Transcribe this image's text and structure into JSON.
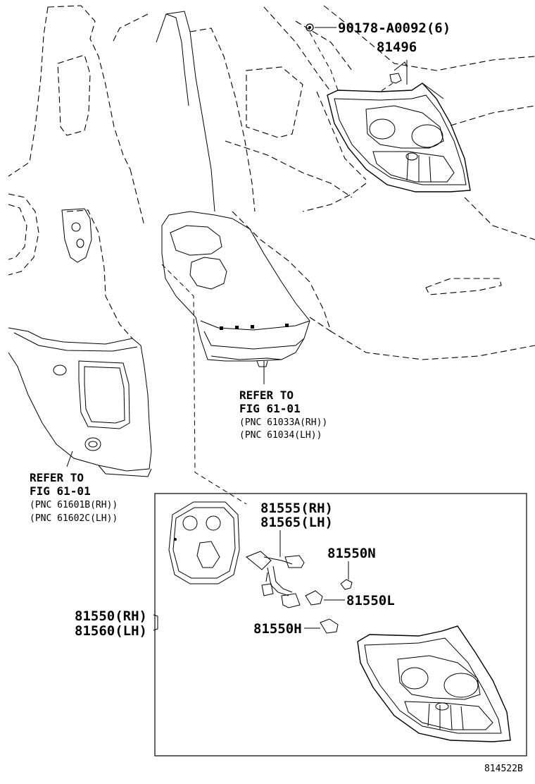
{
  "labels": {
    "clip": "90178-A0092(6)",
    "retainer": "81496",
    "ref_left_1": "REFER TO",
    "ref_left_2": "FIG 61-01",
    "ref_left_3": "(PNC 61601B(RH))",
    "ref_left_4": "(PNC 61602C(LH))",
    "ref_center_1": "REFER TO",
    "ref_center_2": "FIG 61-01",
    "ref_center_3": "(PNC 61033A(RH))",
    "ref_center_4": "(PNC 61034(LH))",
    "socket_rh": "81555(RH)",
    "socket_lh": "81565(LH)",
    "bulb_n": "81550N",
    "bulb_l": "81550L",
    "bulb_h": "81550H",
    "lamp_rh": "81550(RH)",
    "lamp_lh": "81560(LH)",
    "figure_code": "814522B"
  }
}
